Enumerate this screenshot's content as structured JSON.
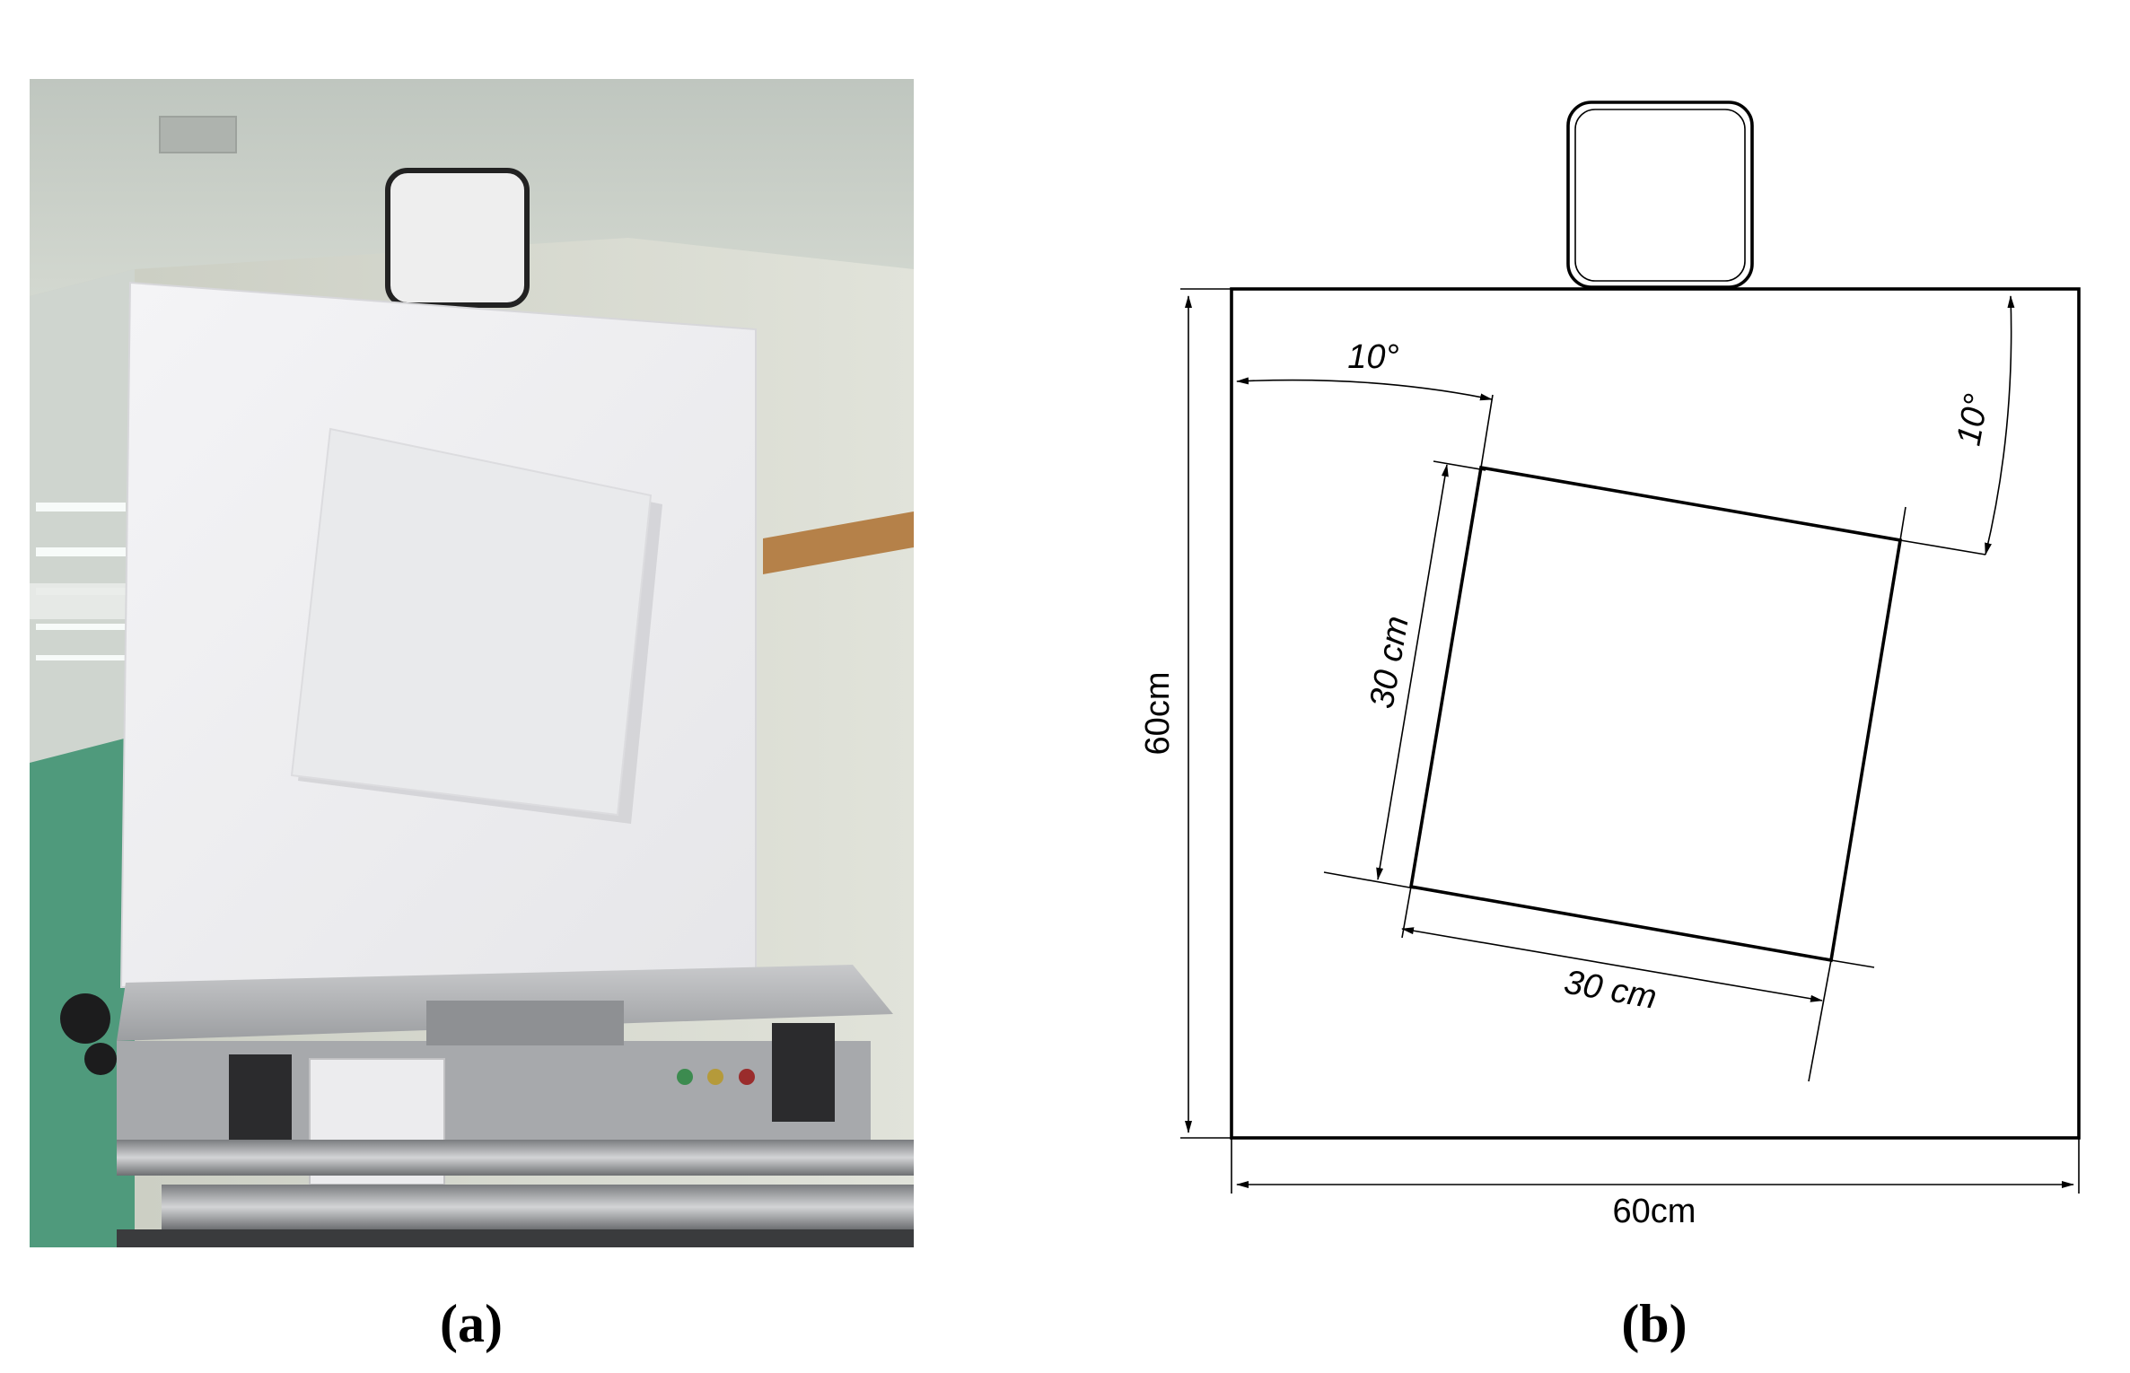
{
  "panels": {
    "a": {
      "caption": "(a)"
    },
    "b": {
      "caption": "(b)",
      "labels": {
        "height": "60cm",
        "width": "60cm",
        "side_left": "30 cm",
        "side_bottom": "30 cm",
        "angle_top": "10°",
        "angle_right": "10°"
      }
    }
  },
  "colors": {
    "ceiling": "#c9cfc9",
    "wall": "#dadcd2",
    "floor": "#4f9a7c",
    "board": "#f1f1f3",
    "tile": "#e9eaec",
    "frame": "#b4b5b7",
    "wood": "#b58149",
    "line": "#000000"
  }
}
